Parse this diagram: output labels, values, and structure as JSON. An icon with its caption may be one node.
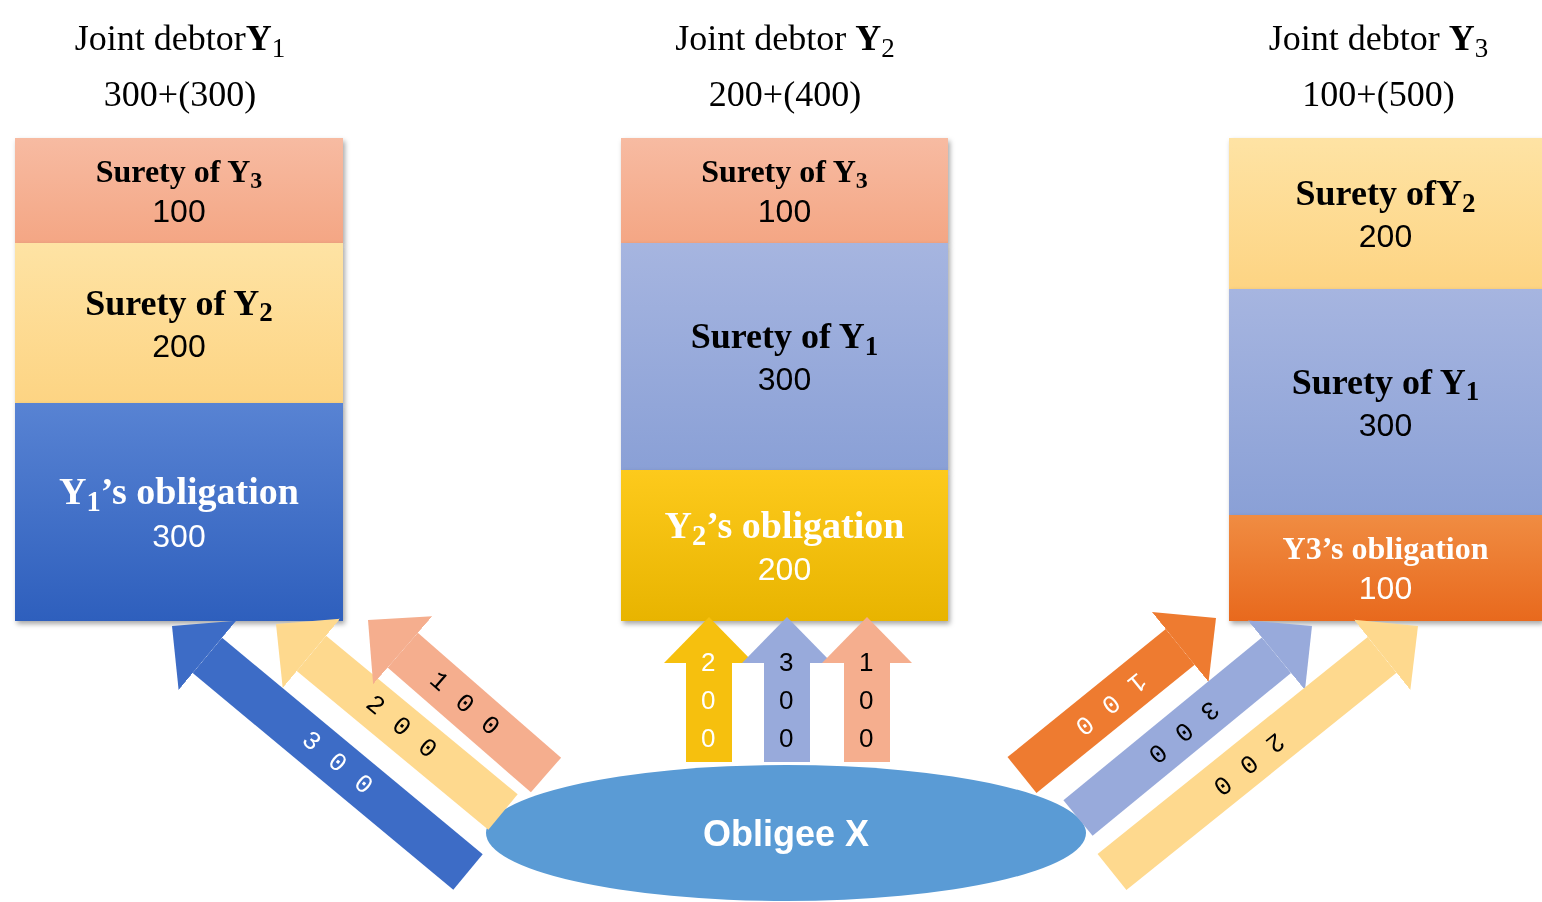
{
  "diagram": {
    "nodes": [
      {
        "text": [
          "Surety of Y$_{3}$",
          "100"
        ]
      },
      {
        "text": [
          "Surety of Y$_{2}$",
          "200"
        ]
      },
      {
        "text": [
          "Y$_{1}$’s obligation",
          "300"
        ]
      },
      {
        "text": [
          "Surety of Y$_{3}$",
          "100"
        ]
      },
      {
        "text": [
          "Surety of Y$_{1}$",
          "300"
        ]
      },
      {
        "text": [
          "Y$_{2}$’s obligation",
          "200"
        ]
      },
      {
        "text": [
          "Surety ofY$_{2}$",
          "200"
        ]
      },
      {
        "text": [
          "Surety of Y$_{1}$",
          "300"
        ]
      },
      {
        "text": [
          "Y3’s obligation",
          "100"
        ]
      },
      {
        "text": [
          "Obligee X"
        ]
      }
    ],
    "edges": [
      {
        "from": 9,
        "to": 2,
        "arrow": "to",
        "label": "300",
        "color": "#3d6cc6"
      },
      {
        "from": 9,
        "to": 2,
        "arrow": "to",
        "label": "200",
        "color": "#fed98e"
      },
      {
        "from": 9,
        "to": 2,
        "arrow": "to",
        "label": "100",
        "color": "#f5ae8e"
      },
      {
        "from": 9,
        "to": 5,
        "arrow": "to",
        "label": "200",
        "color": "#f6c00e"
      },
      {
        "from": 9,
        "to": 5,
        "arrow": "to",
        "label": "300",
        "color": "#98aadb"
      },
      {
        "from": 9,
        "to": 5,
        "arrow": "to",
        "label": "100",
        "color": "#f5ae8e"
      },
      {
        "from": 9,
        "to": 8,
        "arrow": "to",
        "label": "100",
        "color": "#ee7b30"
      },
      {
        "from": 9,
        "to": 8,
        "arrow": "to",
        "label": "300",
        "color": "#98aadb"
      },
      {
        "from": 9,
        "to": 8,
        "arrow": "to",
        "label": "200",
        "color": "#fed98e"
      }
    ],
    "labels": [
      "Joint debtor**Y**$_{1}$",
      "300+(300)",
      "Joint debtor **Y**$_{2}$",
      "200+(400)",
      "Joint debtor **Y**$_{3}$",
      "100+(500)"
    ]
  }
}
